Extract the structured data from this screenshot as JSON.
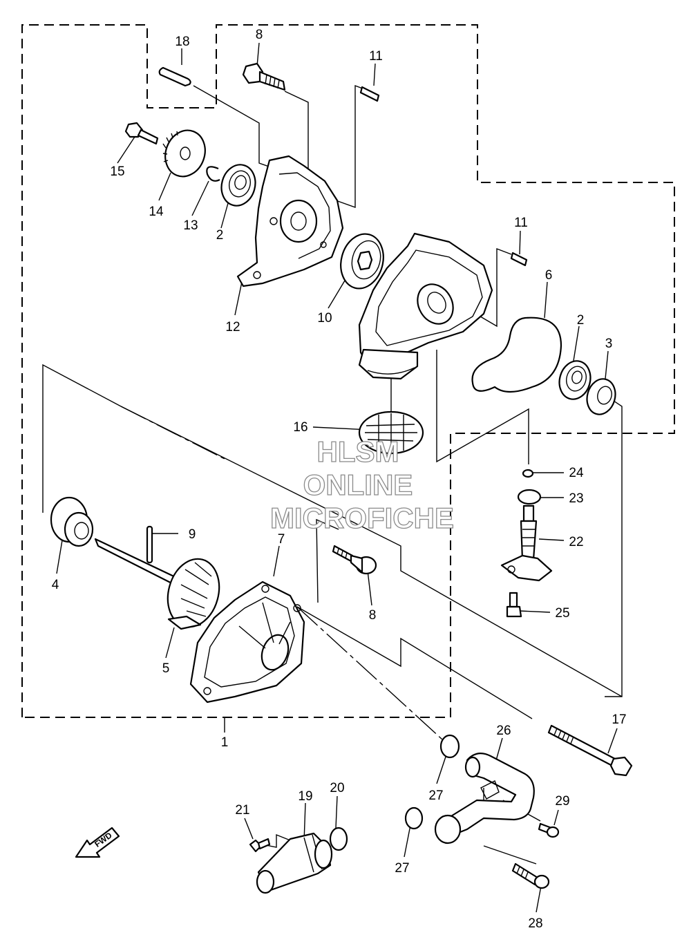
{
  "callouts": {
    "c1": "1",
    "c2a": "2",
    "c2b": "2",
    "c3": "3",
    "c4": "4",
    "c5": "5",
    "c6": "6",
    "c7": "7",
    "c8a": "8",
    "c8b": "8",
    "c9": "9",
    "c10": "10",
    "c11a": "11",
    "c11b": "11",
    "c12": "12",
    "c13": "13",
    "c14": "14",
    "c15": "15",
    "c16": "16",
    "c17": "17",
    "c18": "18",
    "c19": "19",
    "c20": "20",
    "c21": "21",
    "c22": "22",
    "c23": "23",
    "c24": "24",
    "c25": "25",
    "c26": "26",
    "c27a": "27",
    "c27b": "27",
    "c28": "28",
    "c29": "29"
  },
  "watermark": {
    "line1": "HLSM",
    "line2": "ONLINE",
    "line3": "MICROFICHE"
  },
  "direction_badge": "FWD"
}
